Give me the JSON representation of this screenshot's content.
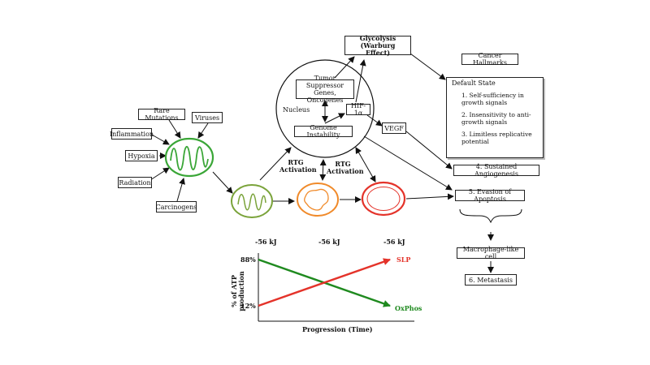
{
  "stressors": {
    "rare_mutations": "Rare Mutations",
    "viruses": "Viruses",
    "inflammation": "Inflammation",
    "hypoxia": "Hypoxia",
    "radiation": "Radiation",
    "carcinogens": "Carcinogens"
  },
  "nucleus": {
    "label": "Nucleus",
    "tumor_suppressor": "Tumor Suppressor Genes, Oncogenes",
    "hif": "HIF-1α",
    "genome_instability": "Genome Instability"
  },
  "glycolysis": "Glycolysis (Warburg Effect)",
  "vegf": "VEGF",
  "rtg1": "RTG Activation",
  "rtg2": "RTG Activation",
  "hallmarks": {
    "title": "Cancer Hallmarks",
    "default_state": "Default State",
    "items": [
      "1. Self-sufficiency in growth signals",
      "2. Insensitivity to anti-growth signals",
      "3. Limitless replicative potential"
    ],
    "angiogenesis": "4. Sustained Angiogenesis",
    "apoptosis": "5. Evasion of Apoptosis",
    "macrophage": "Macrophage-like cell",
    "metastasis": "6. Metastasis"
  },
  "energy_labels": [
    "-56 kJ",
    "-56 kJ",
    "-56 kJ"
  ],
  "colors": {
    "green": "#3aa637",
    "olive": "#7aa33a",
    "orange": "#f08a2a",
    "red": "#e4332a"
  },
  "chart_data": {
    "type": "line",
    "ylabel": "% of ATP production",
    "xlabel": "Progression (Time)",
    "ytick_labels": [
      "88%",
      "12%"
    ],
    "series": [
      {
        "name": "SLP",
        "color": "#e4332a",
        "values": [
          12,
          88
        ]
      },
      {
        "name": "OxPhos",
        "color": "#1f8a1f",
        "values": [
          88,
          12
        ]
      }
    ],
    "ylim": [
      12,
      88
    ]
  }
}
